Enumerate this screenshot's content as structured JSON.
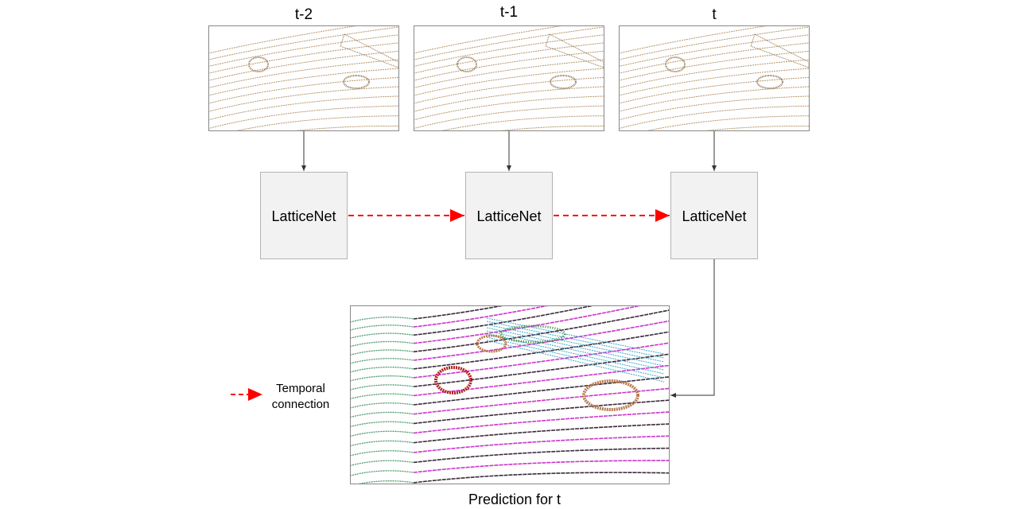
{
  "frames": [
    {
      "label": "t-2"
    },
    {
      "label": "t-1"
    },
    {
      "label": "t"
    }
  ],
  "network_label": "LatticeNet",
  "legend": {
    "line1": "Temporal",
    "line2": "connection"
  },
  "prediction_caption": "Prediction for t",
  "colors": {
    "temporal": "#ff0000",
    "raw_points": "#b5946a",
    "box_fill": "#f2f2f2",
    "box_border": "#b3b3b3",
    "arrow": "#333333",
    "pred_road": "#cc33cc",
    "pred_ground": "#3a2a3a",
    "pred_veg": "#4a9a6a",
    "pred_car": "#b02020",
    "pred_car2": "#b87a50",
    "pred_fence": "#40a8c8"
  }
}
